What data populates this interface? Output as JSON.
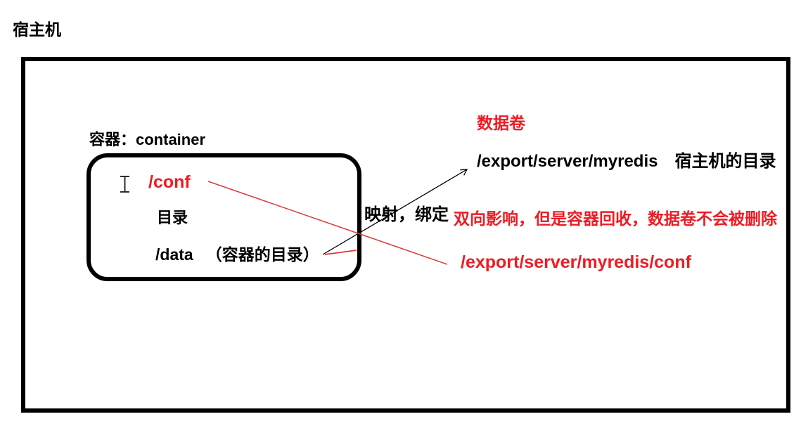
{
  "title": "宿主机",
  "colors": {
    "red": "#ed1c24",
    "line_red": "#d93a3a",
    "black": "#000000"
  },
  "icons": {
    "text_cursor": "i-beam-text-cursor",
    "black_arrow": "arrow-right-up",
    "red_link_line": "diagonal-line"
  },
  "host_box": {
    "container": {
      "label": "容器：container",
      "conf_path": "/conf",
      "dir_label": "目录",
      "data_path": "/data",
      "data_note": "（容器的目录）"
    },
    "volume": {
      "heading": "数据卷",
      "host_path": "/export/server/myredis",
      "host_path_note": "宿主机的目录",
      "mapping_label": "映射，绑定",
      "note": "双向影响，但是容器回收，数据卷不会被删除",
      "conf_volume_path": "/export/server/myredis/conf"
    }
  }
}
